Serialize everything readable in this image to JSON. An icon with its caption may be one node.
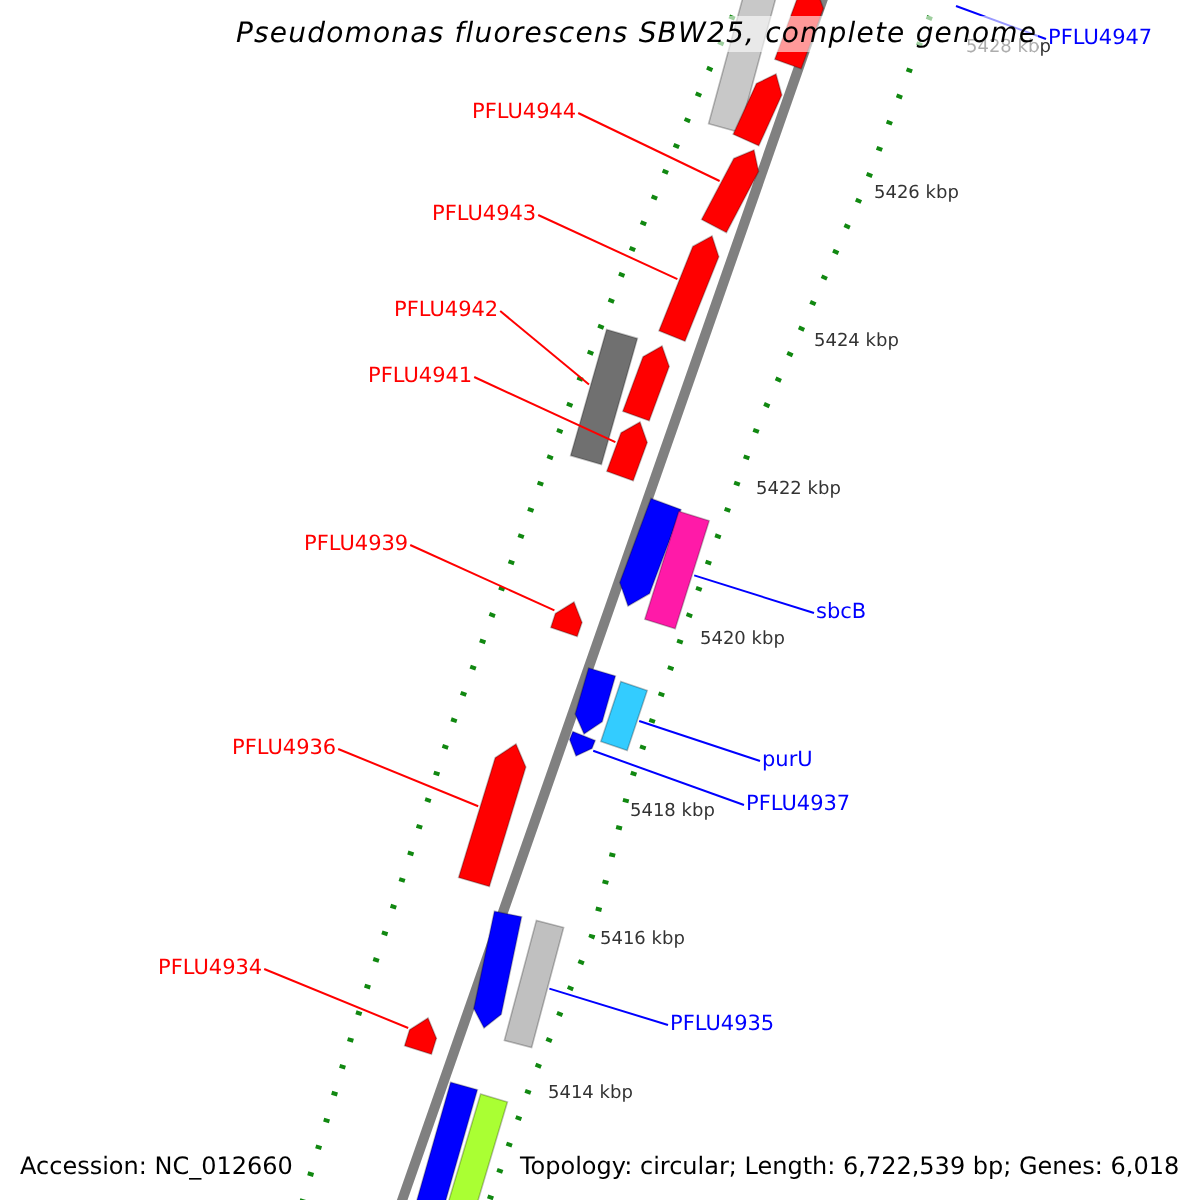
{
  "diagram": {
    "title": "Pseudomonas fluorescens SBW25, complete genome",
    "nodes": [
      {
        "text": [
          "PFLU4947"
        ]
      },
      {
        "text": [],
        "shape": "bar"
      },
      {
        "text": [],
        "shape": "pentagon"
      },
      {
        "text": [
          "PFLU4944"
        ]
      },
      {
        "text": [],
        "shape": "pentagon"
      },
      {
        "text": [
          "PFLU4943"
        ]
      },
      {
        "text": [],
        "shape": "pentagon"
      },
      {
        "text": [
          "PFLU4942"
        ]
      },
      {
        "text": [],
        "shape": "bar"
      },
      {
        "text": [],
        "shape": "pentagon"
      },
      {
        "text": [],
        "shape": "pentagon"
      },
      {
        "text": [
          "PFLU4941"
        ]
      },
      {
        "text": [],
        "shape": "pentagon"
      },
      {
        "text": [],
        "shape": "pentagon"
      },
      {
        "text": [],
        "shape": "bar"
      },
      {
        "text": [
          "PFLU4939"
        ]
      },
      {
        "text": [],
        "shape": "pentagon"
      },
      {
        "text": [
          "sbcB"
        ]
      },
      {
        "text": [],
        "shape": "pentagon"
      },
      {
        "text": [],
        "shape": "bar"
      },
      {
        "text": [
          "PFLU4936"
        ]
      },
      {
        "text": [
          "purU"
        ]
      },
      {
        "text": [],
        "shape": "pentagon"
      },
      {
        "text": [
          "PFLU4937"
        ]
      },
      {
        "text": [],
        "shape": "pentagon"
      },
      {
        "text": [],
        "shape": "pentagon"
      },
      {
        "text": [],
        "shape": "bar"
      },
      {
        "text": [
          "PFLU4934"
        ]
      },
      {
        "text": [],
        "shape": "pentagon"
      },
      {
        "text": [
          "PFLU4935"
        ]
      },
      {
        "text": [],
        "shape": "bar"
      },
      {
        "text": [],
        "shape": "bar"
      }
    ],
    "edges": [
      {
        "from": 0,
        "to": null,
        "arrow": "none",
        "color": "#0000ff"
      },
      {
        "from": 3,
        "to": 6,
        "arrow": "none"
      },
      {
        "from": 5,
        "to": 9,
        "arrow": "none"
      },
      {
        "from": 7,
        "to": 8,
        "arrow": "none"
      },
      {
        "from": 11,
        "to": 12,
        "arrow": "none"
      },
      {
        "from": 15,
        "to": 16,
        "arrow": "none"
      },
      {
        "from": 17,
        "to": 14,
        "arrow": "none",
        "color": "#0000ff"
      },
      {
        "from": 20,
        "to": 24,
        "arrow": "none"
      },
      {
        "from": 21,
        "to": 19,
        "arrow": "none",
        "color": "#0000ff"
      },
      {
        "from": 23,
        "to": 22,
        "arrow": "none",
        "color": "#0000ff"
      },
      {
        "from": 27,
        "to": 28,
        "arrow": "none"
      },
      {
        "from": 29,
        "to": 26,
        "arrow": "none",
        "color": "#0000ff"
      }
    ],
    "labels": [
      "5428 kbp",
      "5426 kbp",
      "5424 kbp",
      "5422 kbp",
      "5420 kbp",
      "5418 kbp",
      "5416 kbp",
      "5414 kbp",
      "Accession: NC_012660",
      "Topology: circular; Length: 6,722,539 bp; Genes: 6,018"
    ]
  }
}
